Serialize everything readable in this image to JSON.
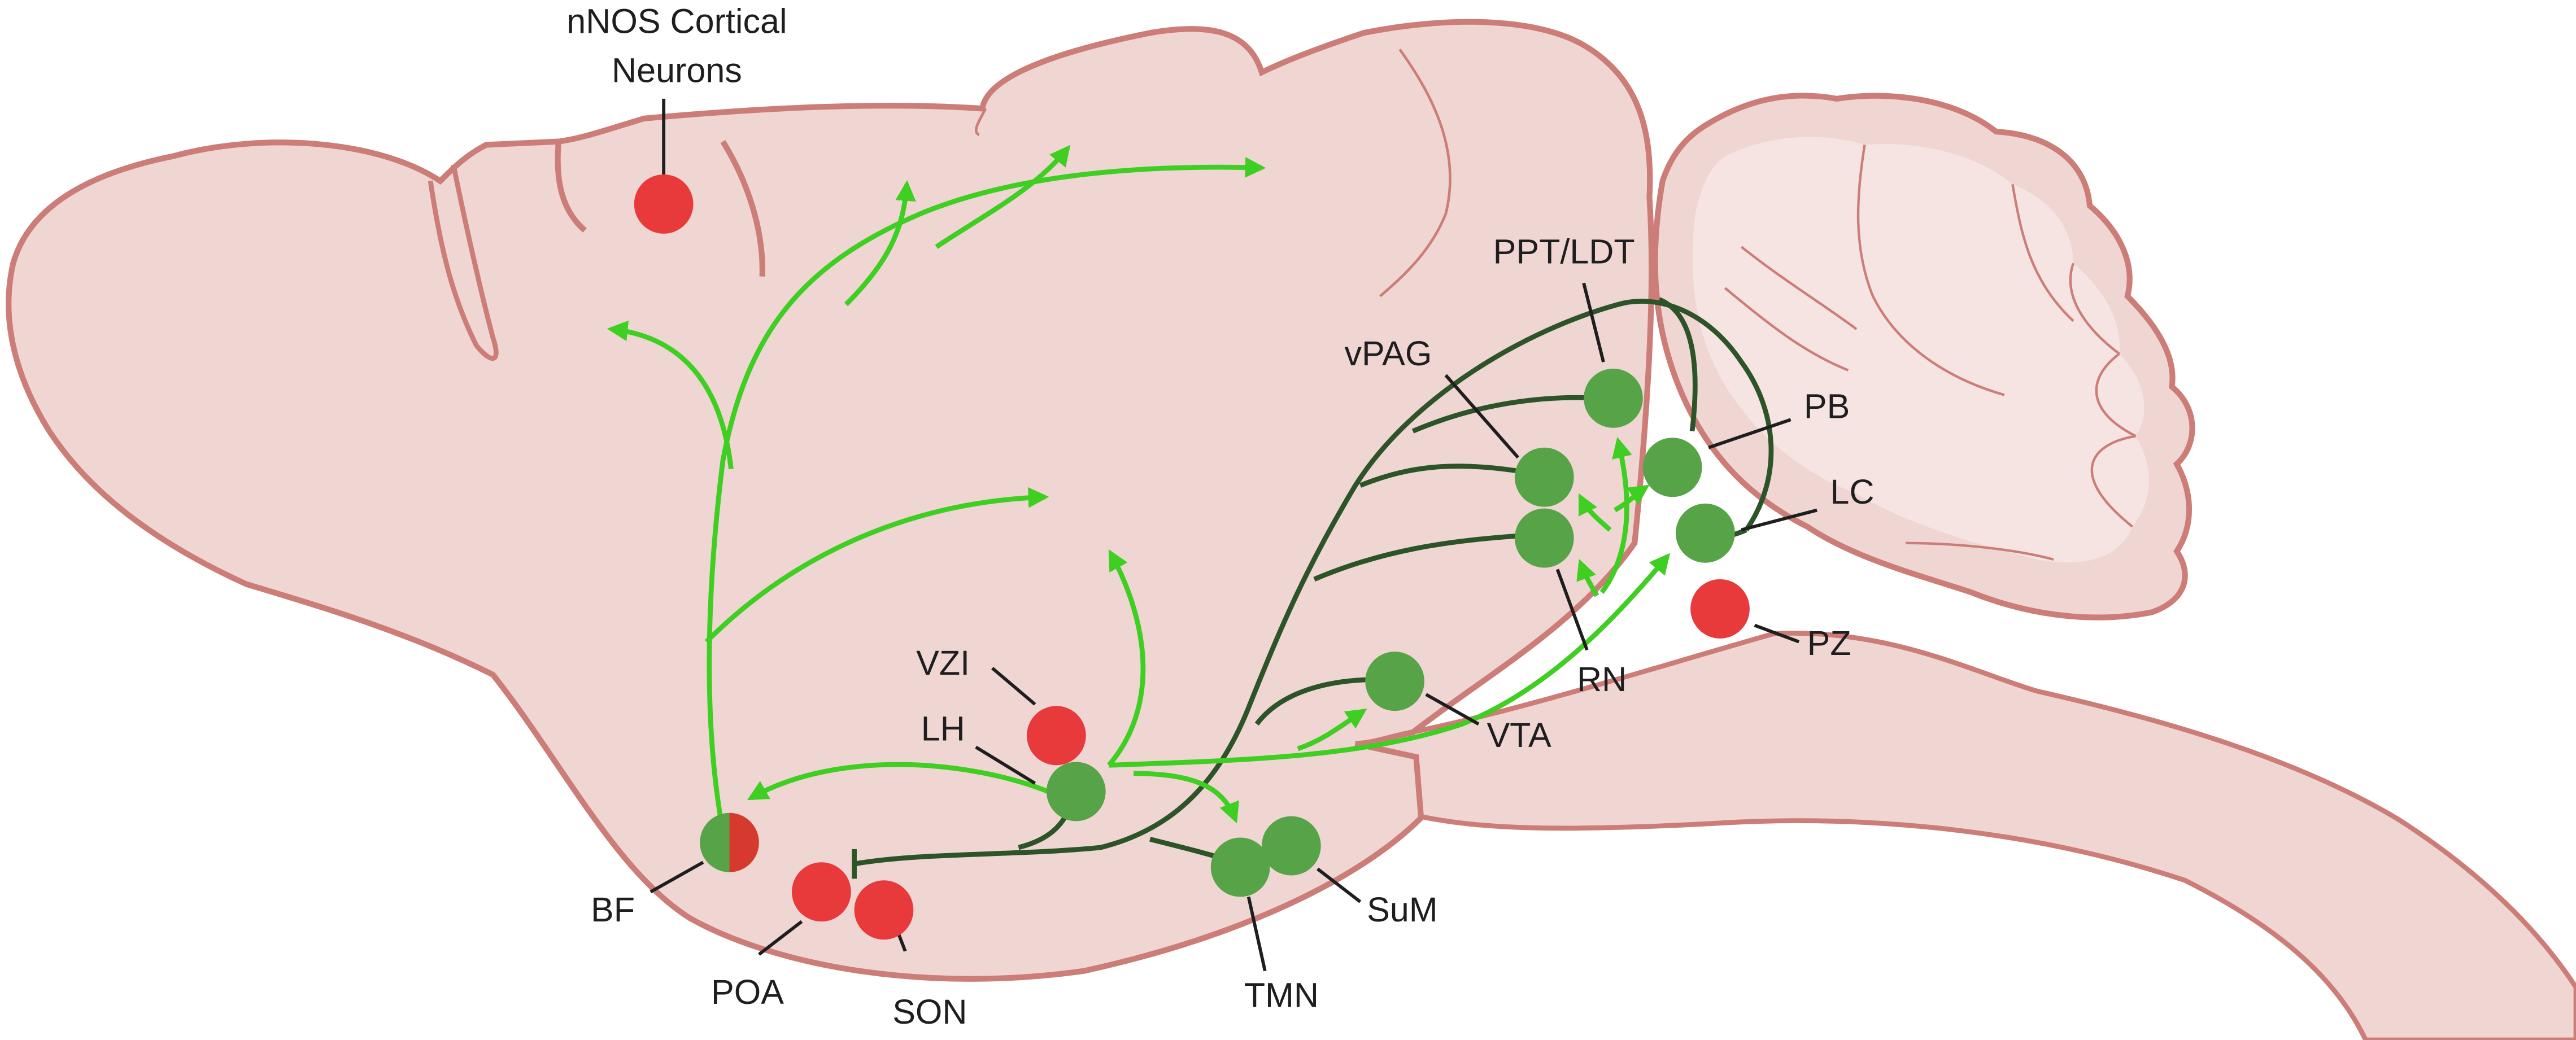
{
  "colors": {
    "brain_fill": "#efd6d2",
    "brain_stroke": "#cc7d78",
    "cerebellum_inner": "#f5e4e1",
    "green_node": "#56a447",
    "red_node": "#e8393b",
    "bright_path": "#3fce22",
    "dark_path": "#2c5428",
    "leader": "#1e1e1e"
  },
  "labels": {
    "nnos_line1": "nNOS Cortical",
    "nnos_line2": "Neurons",
    "ppt_ldt": "PPT/LDT",
    "vpag": "vPAG",
    "pb": "PB",
    "lc": "LC",
    "pz": "PZ",
    "rn": "RN",
    "vta": "VTA",
    "vzi": "VZI",
    "lh": "LH",
    "bf": "BF",
    "poa": "POA",
    "son": "SON",
    "tmn": "TMN",
    "sum": "SuM"
  },
  "nodes": [
    {
      "id": "nnos",
      "color": "red"
    },
    {
      "id": "ppt_ldt",
      "color": "green"
    },
    {
      "id": "vpag",
      "color": "green"
    },
    {
      "id": "pb",
      "color": "green"
    },
    {
      "id": "lc",
      "color": "green"
    },
    {
      "id": "pz",
      "color": "red"
    },
    {
      "id": "rn",
      "color": "green"
    },
    {
      "id": "vta",
      "color": "green"
    },
    {
      "id": "vzi",
      "color": "red"
    },
    {
      "id": "lh",
      "color": "green"
    },
    {
      "id": "bf",
      "color": "green-red"
    },
    {
      "id": "poa",
      "color": "red"
    },
    {
      "id": "son",
      "color": "red"
    },
    {
      "id": "tmn",
      "color": "green"
    },
    {
      "id": "sum",
      "color": "green"
    }
  ]
}
